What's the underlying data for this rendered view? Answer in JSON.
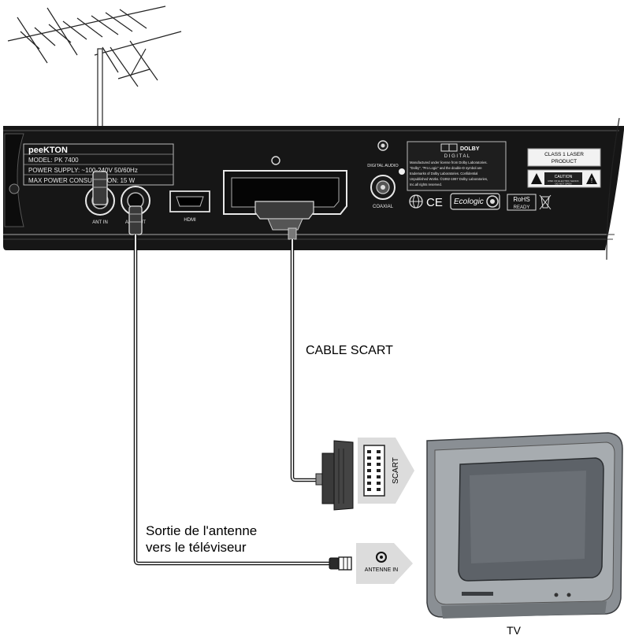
{
  "device": {
    "brand": "peeKTON",
    "model": "MODEL: PK 7400",
    "power_supply": "POWER SUPPLY: ~100-240V 50/60Hz",
    "max_power": "MAX POWER CONSUMPTION: 15 W",
    "ant_in": "ANT IN",
    "ant_out": "ANT OUT",
    "hdmi": "HDMI",
    "digital_audio": "DIGITAL AUDIO",
    "coaxial": "COAXIAL",
    "dolby_brand": "DOLBY",
    "dolby_sub": "D I G I T A L",
    "dolby_notice": [
      "Manufactured under license from Dolby Laboratories.",
      "\"Dolby\", \"Pro Logic\" and the double-D symbol are",
      "trademarks of Dolby Laboratories. Confidential",
      "Unpublished Works. ©1992-1997 Dolby Laboratories,",
      "Inc.all rights reserved."
    ],
    "ce_mark": "CE",
    "ecologic": "Ecologic",
    "rohs_line1": "RoHS",
    "rohs_line2": "READY",
    "laser_label": [
      "CLASS 1 LASER",
      "PRODUCT"
    ],
    "caution_title": "CAUTION",
    "caution_text": [
      "RISK OF ELECTRIC SHOCK",
      "DO NOT OPEN"
    ]
  },
  "labels": {
    "cable_scart": "CABLE SCART",
    "antenna_out_line1": "Sortie de l'antenne",
    "antenna_out_line2": "vers le téléviseur",
    "scart_port": "SCART",
    "antenna_in_port": "ANTENNE IN",
    "tv": "TV"
  }
}
